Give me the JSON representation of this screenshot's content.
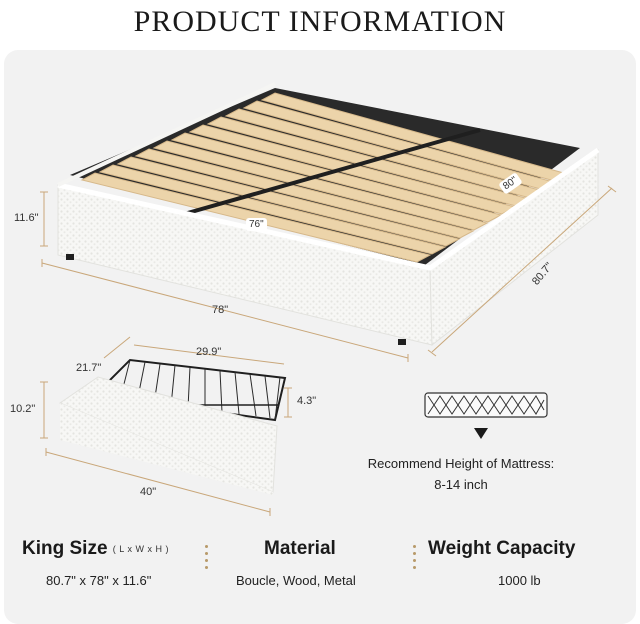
{
  "title": "PRODUCT INFORMATION",
  "bed_dims": {
    "height": "11.6\"",
    "length": "78\"",
    "width": "80.7\"",
    "inner_width": "76\"",
    "inner_length": "80\""
  },
  "drawer_dims": {
    "depth": "21.7\"",
    "inner_width": "29.9\"",
    "inner_height": "4.3\"",
    "height": "10.2\"",
    "length": "40\""
  },
  "mattress": {
    "label": "Recommend Height of Mattress:",
    "value": "8-14 inch"
  },
  "specs": [
    {
      "heading": "King Size",
      "sub": "( L x W x H )",
      "value": "80.7\" x 78\" x 11.6\""
    },
    {
      "heading": "Material",
      "value": "Boucle, Wood,  Metal"
    },
    {
      "heading": "Weight Capacity",
      "value": "1000 lb"
    }
  ],
  "colors": {
    "panel": "#f2f2f2",
    "dimension_line": "#c9a77a",
    "boucle": "#f7f7f5",
    "slat": "#e8cfa4",
    "frame": "#1f1f1f"
  }
}
